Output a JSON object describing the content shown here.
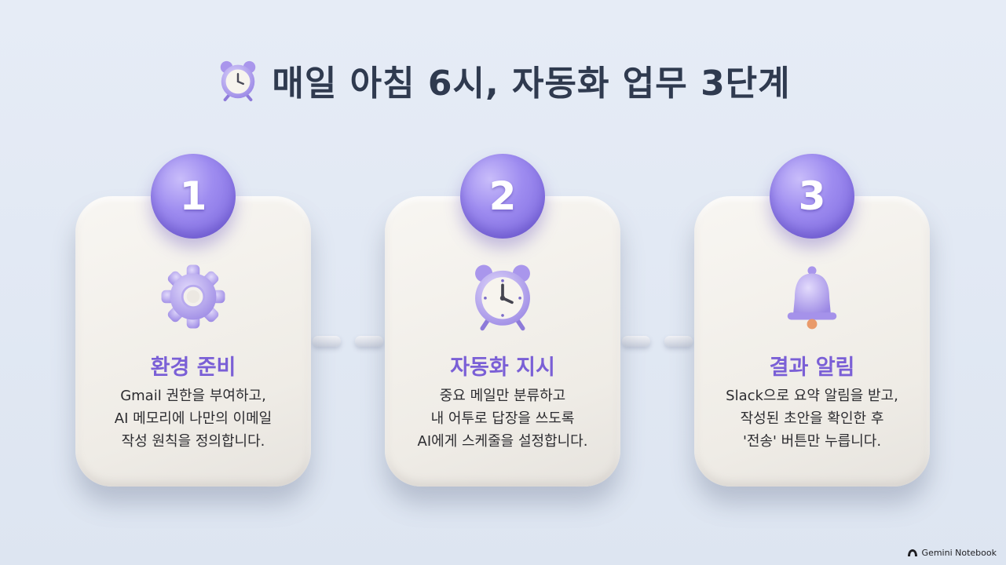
{
  "title": "매일 아침 6시, 자동화 업무 3단계",
  "title_icon": "alarm-clock-icon",
  "steps": [
    {
      "number": "1",
      "icon": "gear-icon",
      "heading": "환경 준비",
      "lines": [
        "Gmail 권한을 부여하고,",
        "AI 메모리에 나만의 이메일",
        "작성 원칙을 정의합니다."
      ]
    },
    {
      "number": "2",
      "icon": "alarm-clock-icon",
      "heading": "자동화 지시",
      "lines": [
        "중요 메일만 분류하고",
        "내 어투로 답장을 쓰도록",
        "AI에게 스케줄을 설정합니다."
      ]
    },
    {
      "number": "3",
      "icon": "bell-icon",
      "heading": "결과 알림",
      "lines": [
        "Slack으로 요약 알림을 받고,",
        "작성된 초안을 확인한 후",
        "'전송' 버튼만 누릅니다."
      ]
    }
  ],
  "watermark": "Gemini Notebook",
  "colors": {
    "background": "#e2e9f4",
    "accent_purple": "#7a5fd6",
    "badge_purple": "#9e8cf0",
    "card": "#f3f1ec",
    "title_text": "#2f3a4f"
  }
}
